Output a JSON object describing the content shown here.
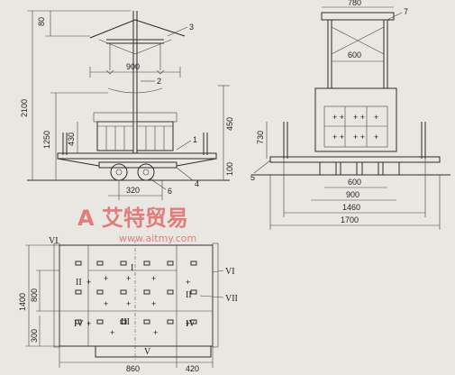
{
  "side_view": {
    "dims": {
      "h80": "80",
      "h2100": "2100",
      "h1250": "1250",
      "h430": "430",
      "h450": "450",
      "h100": "100",
      "w900": "900",
      "w320": "320"
    },
    "callouts": {
      "c1": "1",
      "c2": "2",
      "c3": "3",
      "c4": "4",
      "c6": "6"
    }
  },
  "end_view": {
    "dims": {
      "w780": "780",
      "w600_top": "600",
      "h730": "730",
      "w600_bot": "600",
      "w900": "900",
      "w1460": "1460",
      "w1700": "1700"
    },
    "callouts": {
      "c5": "5",
      "c7": "7"
    }
  },
  "plan_view": {
    "dims": {
      "h1400": "1400",
      "h800": "800",
      "h300": "300",
      "w860": "860",
      "w420": "420"
    },
    "zones": {
      "z1": "I",
      "z2a": "II",
      "z2b": "II",
      "z3": "III",
      "z4a": "IV",
      "z4b": "IV",
      "z5": "V",
      "z6a": "VI",
      "z6b": "VI",
      "z7": "VII"
    }
  },
  "watermark": {
    "brand": "A 艾特贸易",
    "url": "www.aitmy.com"
  }
}
